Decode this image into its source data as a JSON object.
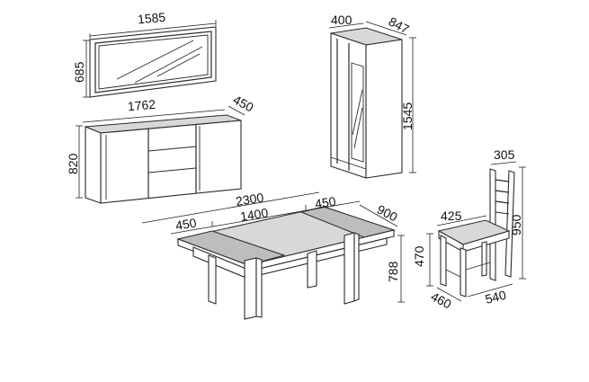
{
  "mirror": {
    "width": "1585",
    "height": "685"
  },
  "sideboard": {
    "width": "1762",
    "depth": "450",
    "height": "820"
  },
  "cabinet": {
    "width": "400",
    "depth": "847",
    "height": "1545"
  },
  "table": {
    "extended_length": "2300",
    "leaf_left": "450",
    "base_length": "1400",
    "leaf_right": "450",
    "depth": "900",
    "height": "788"
  },
  "chair": {
    "back_width": "305",
    "seat_width": "425",
    "seat_height": "470",
    "total_height": "950",
    "seat_depth_left": "460",
    "seat_depth_right": "540"
  }
}
